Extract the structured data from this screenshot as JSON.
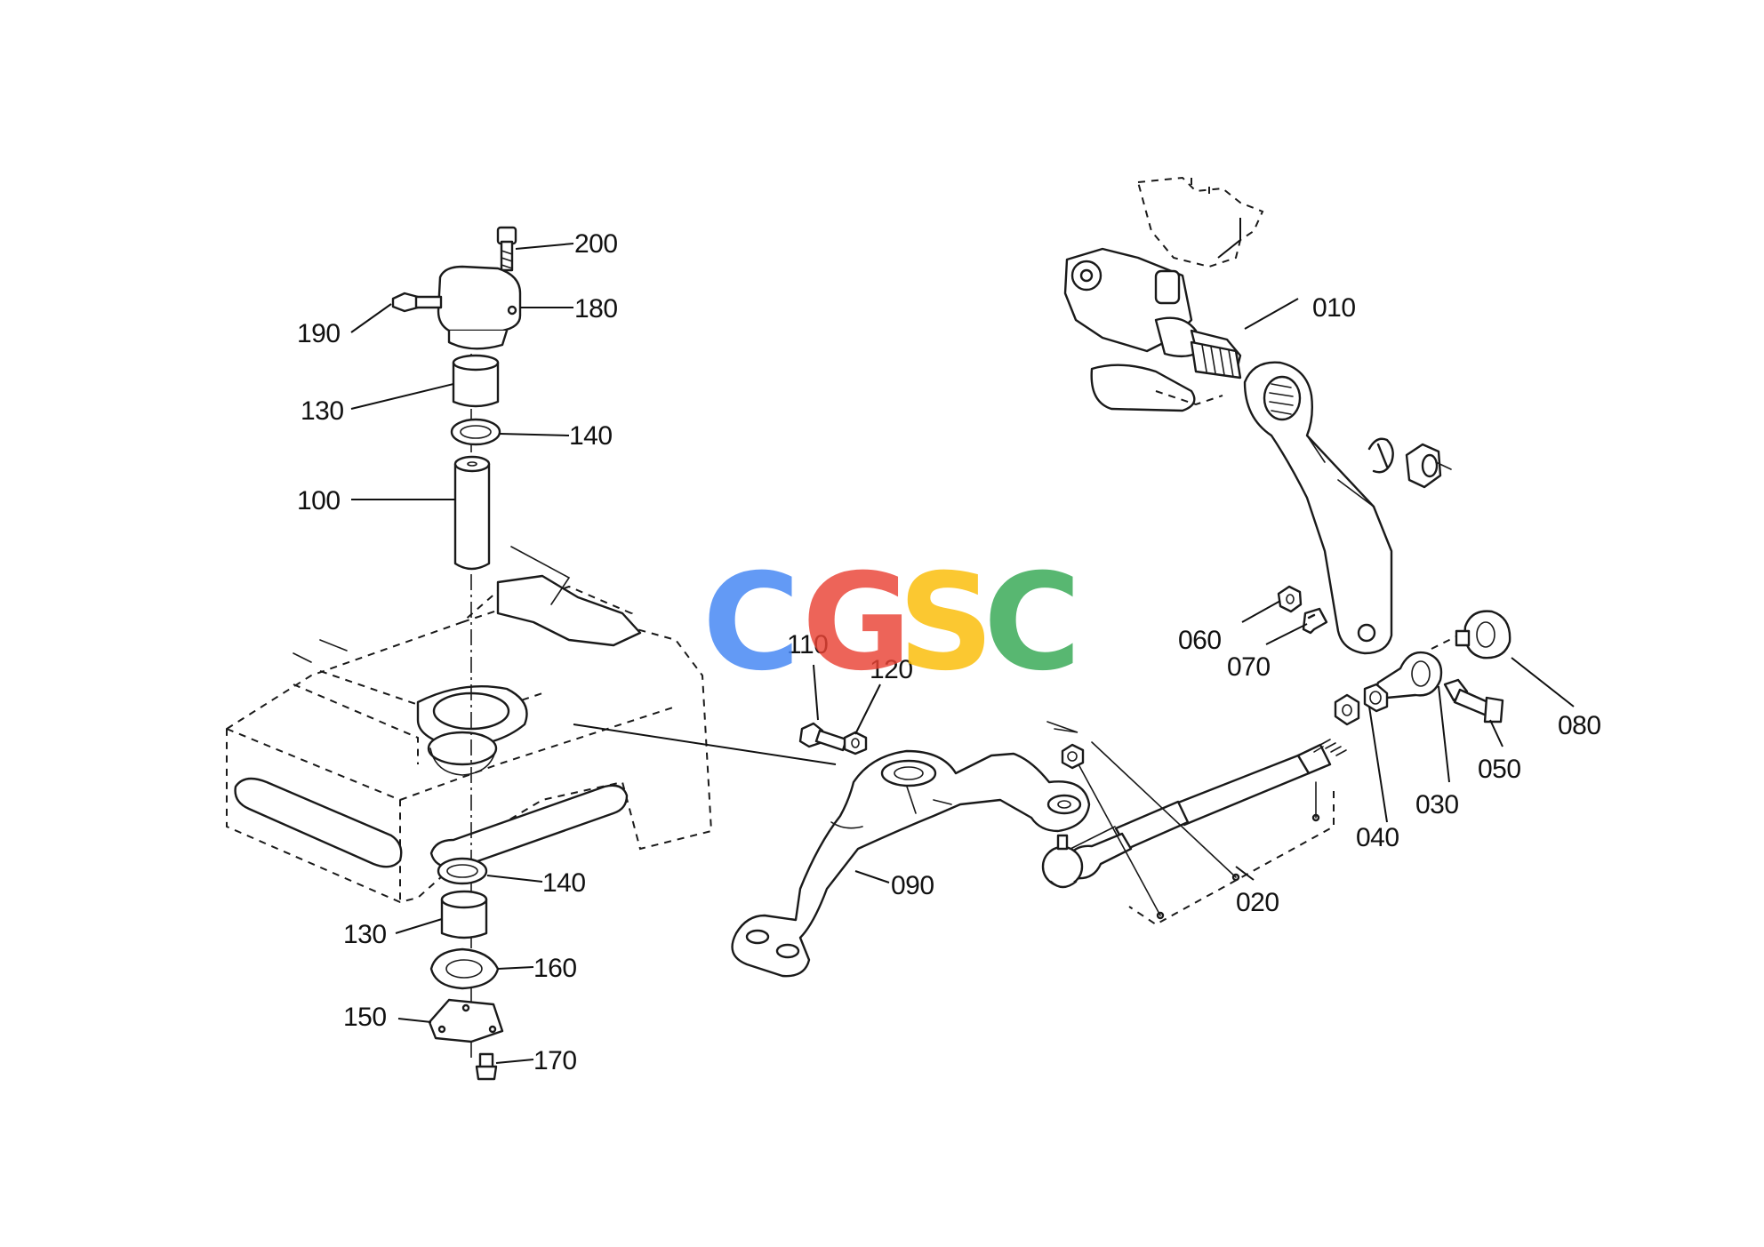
{
  "watermark": {
    "letters": [
      "C",
      "G",
      "S",
      "C"
    ],
    "colors": [
      "#4285F4",
      "#EA4335",
      "#FBBC05",
      "#34A853"
    ]
  },
  "labels": {
    "p010": "010",
    "p020": "020",
    "p030": "030",
    "p040": "040",
    "p050": "050",
    "p060": "060",
    "p070": "070",
    "p080": "080",
    "p090": "090",
    "p100": "100",
    "p110": "110",
    "p120": "120",
    "p130_upper": "130",
    "p130_lower": "130",
    "p140_upper": "140",
    "p140_lower": "140",
    "p150": "150",
    "p160": "160",
    "p170": "170",
    "p180": "180",
    "p190": "190",
    "p200": "200"
  }
}
